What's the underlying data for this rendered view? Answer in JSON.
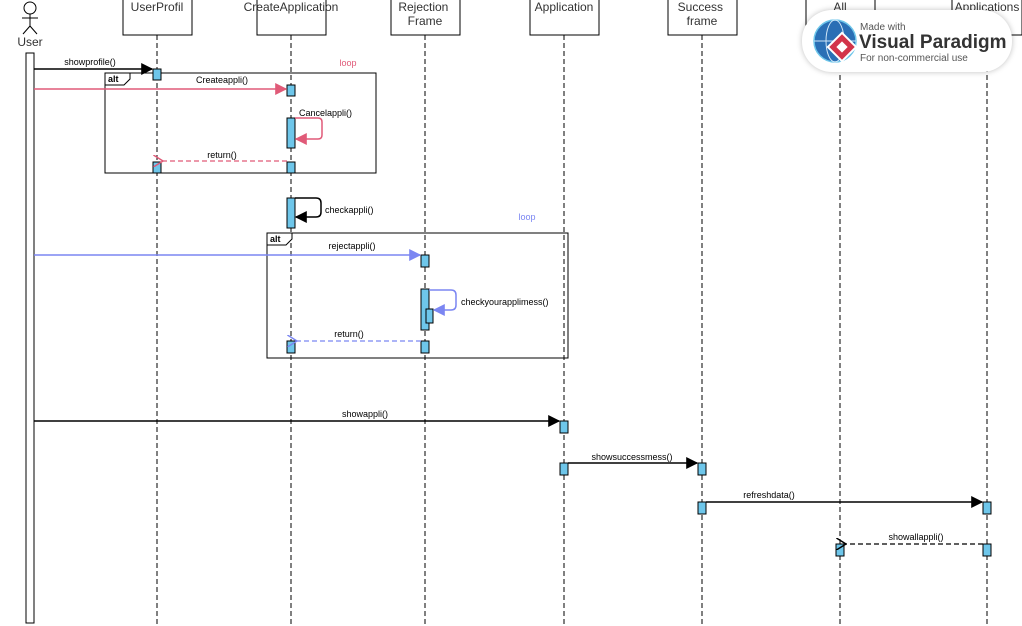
{
  "actor": {
    "label": "User"
  },
  "lifelines": [
    {
      "id": "userprofil",
      "label": "UserProfil"
    },
    {
      "id": "createapplication",
      "label": "CreateApplication"
    },
    {
      "id": "rejection",
      "label": "Rejection\nFrame"
    },
    {
      "id": "application",
      "label": "Application"
    },
    {
      "id": "success",
      "label": "Success\nframe"
    },
    {
      "id": "all",
      "label": "All"
    },
    {
      "id": "applications",
      "label": "Applications"
    }
  ],
  "messages": [
    {
      "label": "showprofile()",
      "style": "sync",
      "color": "#000000"
    },
    {
      "label": "Createappli()",
      "style": "sync",
      "color": "#e05a78"
    },
    {
      "label": "Cancelappli()",
      "style": "self",
      "color": "#e05a78"
    },
    {
      "label": "return()",
      "style": "return",
      "color": "#e05a78"
    },
    {
      "label": "checkappli()",
      "style": "self",
      "color": "#000000"
    },
    {
      "label": "rejectappli()",
      "style": "sync",
      "color": "#7b86f2"
    },
    {
      "label": "checkyourapplimess()",
      "style": "self",
      "color": "#7b86f2"
    },
    {
      "label": "return()",
      "style": "return",
      "color": "#7b86f2"
    },
    {
      "label": "showappli()",
      "style": "sync",
      "color": "#000000"
    },
    {
      "label": "showsuccessmess()",
      "style": "sync",
      "color": "#000000"
    },
    {
      "label": "refreshdata()",
      "style": "sync",
      "color": "#000000"
    },
    {
      "label": "showallappli()",
      "style": "return",
      "color": "#000000"
    }
  ],
  "fragments": [
    {
      "operator": "alt",
      "loop_label": "loop",
      "loop_color": "#e05a78"
    },
    {
      "operator": "alt",
      "loop_label": "loop",
      "loop_color": "#7b86f2"
    }
  ],
  "watermark": {
    "made_with": "Made with",
    "brand": "Visual Paradigm",
    "sub": "For non-commercial use",
    "colors": {
      "red": "#d2344a",
      "blue": "#2a6fb5"
    }
  }
}
